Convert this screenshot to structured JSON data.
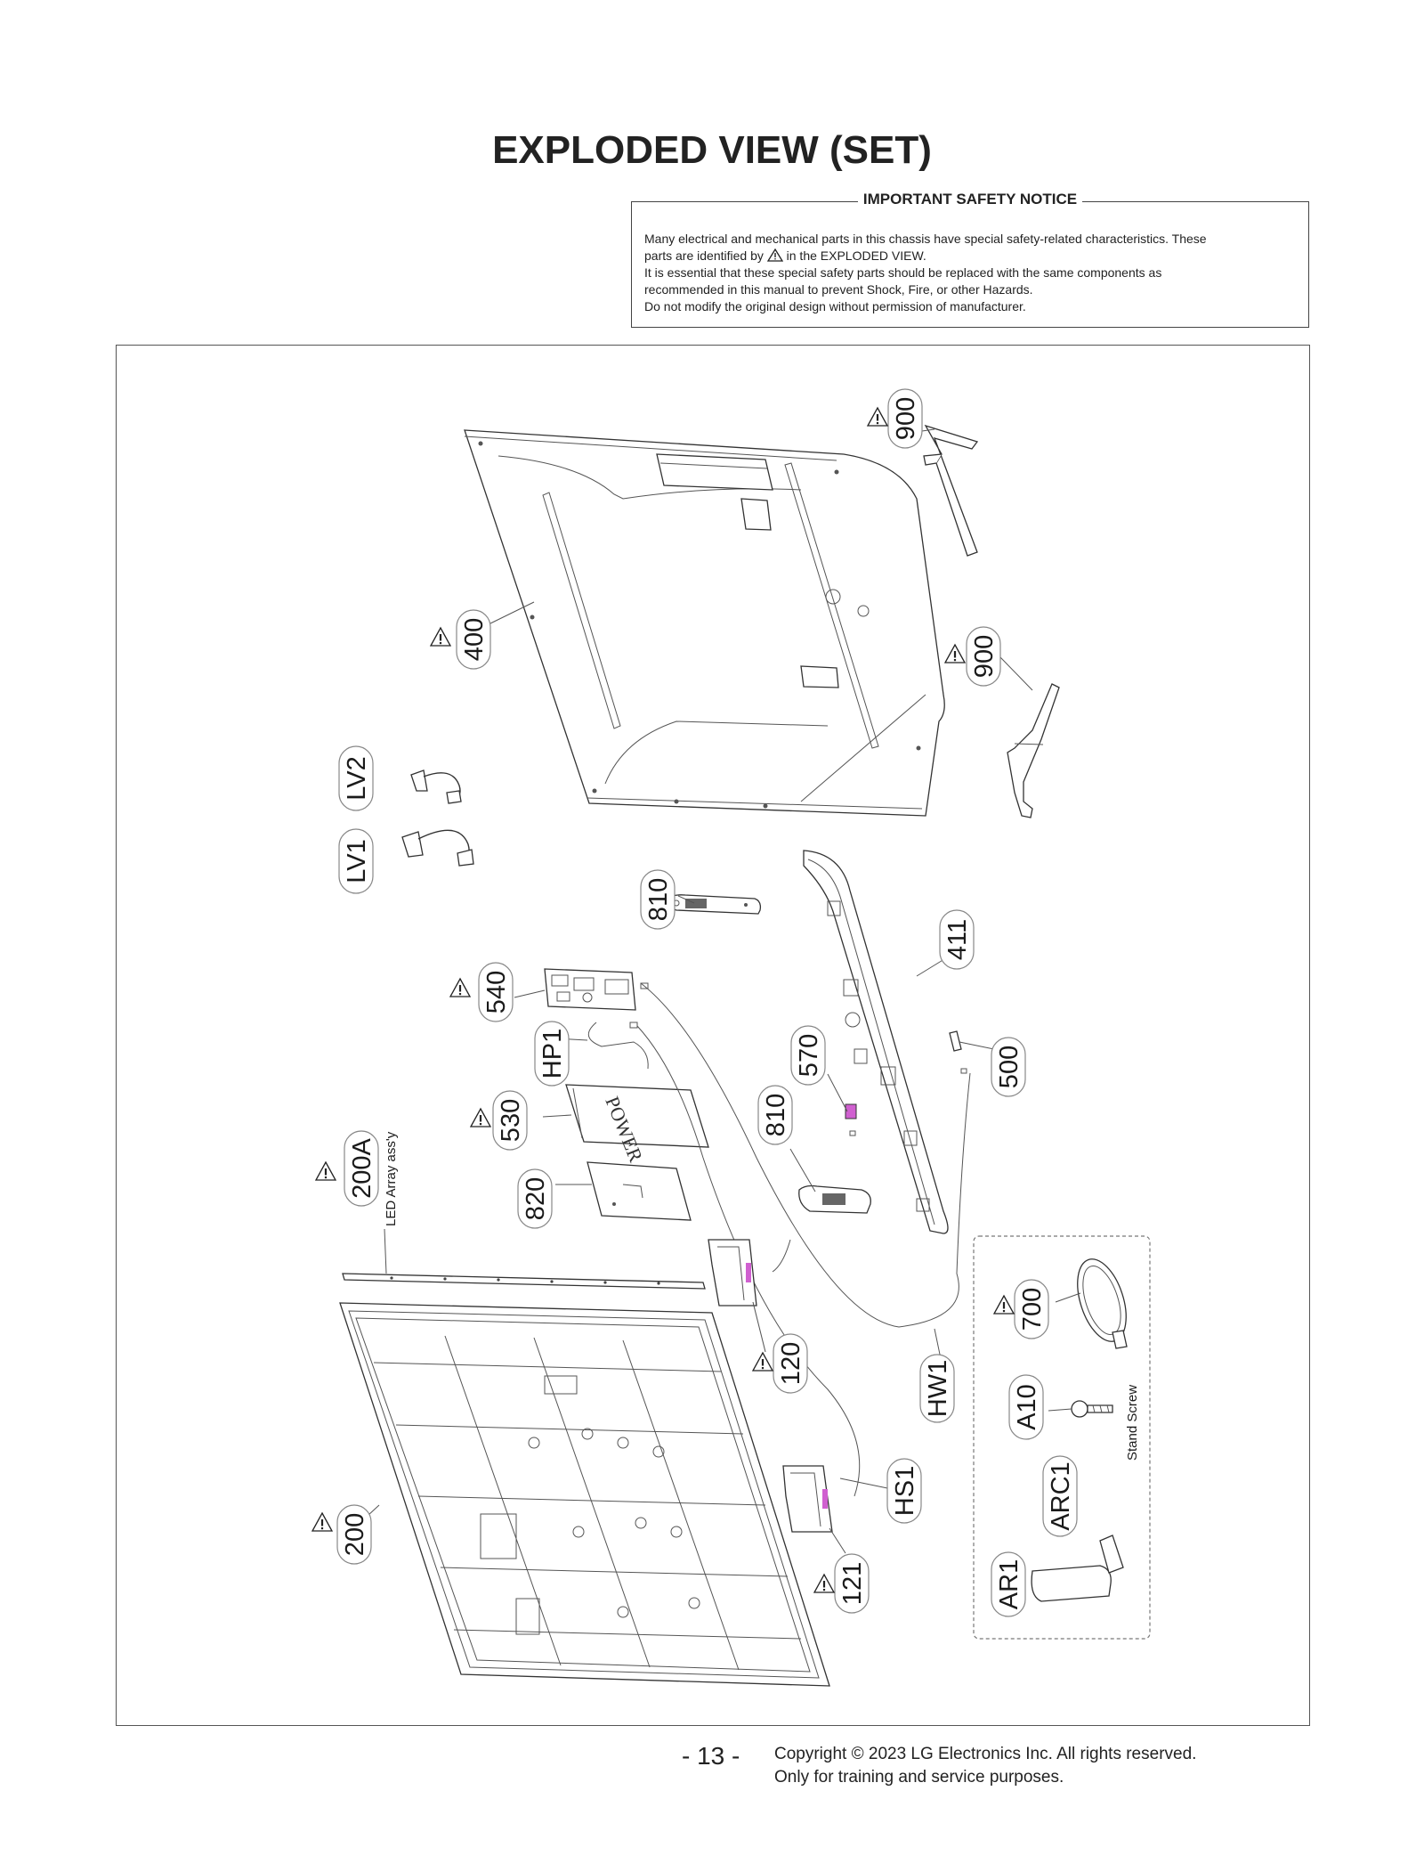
{
  "page": {
    "title": "EXPLODED VIEW (SET)",
    "number": "- 13 -"
  },
  "safety_notice": {
    "heading": "IMPORTANT SAFETY NOTICE",
    "line1": "Many electrical and mechanical parts in this chassis have special safety-related characteristics. These",
    "line2_pre": "parts are identified by",
    "line2_post": "in the EXPLODED VIEW.",
    "line3": "It is essential that these special safety parts should be replaced with the same components as",
    "line4": "recommended in this manual to prevent Shock, Fire, or other Hazards.",
    "line5": "Do not modify the original design without permission of manufacturer."
  },
  "parts": {
    "p900a": "900",
    "p900b": "900",
    "p400": "400",
    "lv2": "LV2",
    "lv1": "LV1",
    "p810a": "810",
    "p411": "411",
    "p540": "540",
    "hp1": "HP1",
    "p570": "570",
    "p500": "500",
    "p530": "530",
    "p810b": "810",
    "p200a": "200A",
    "p820": "820",
    "p700": "700",
    "p120": "120",
    "hw1": "HW1",
    "a10": "A10",
    "hs1": "HS1",
    "arc1": "ARC1",
    "p200": "200",
    "p121": "121",
    "ar1": "AR1"
  },
  "notes": {
    "led_array": "LED Array ass'y",
    "stand_screw": "Stand Screw",
    "power_board_text": "POWER"
  },
  "footer": {
    "copyright_line1": "Copyright © 2023 LG Electronics Inc. All rights reserved.",
    "copyright_line2": "Only for training and service purposes."
  }
}
